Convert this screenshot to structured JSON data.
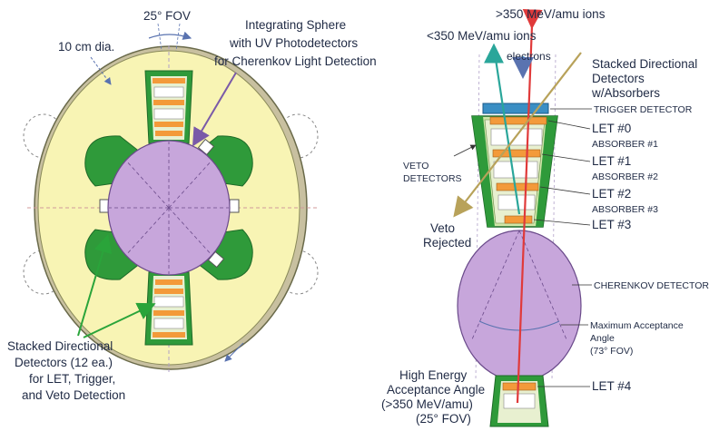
{
  "left_panel": {
    "fov_label": "25° FOV",
    "diameter_label": "10 cm dia.",
    "sphere_label": [
      "Integrating Sphere",
      "with UV Photodetectors",
      "for Cherenkov Light Detection"
    ],
    "stacked_label": [
      "Stacked Directional",
      "Detectors (12 ea.)",
      "for LET, Trigger,",
      "and Veto Detection"
    ]
  },
  "right_panel": {
    "high_ions_label": ">350 MeV/amu ions",
    "low_ions_label": "<350 MeV/amu ions",
    "electrons_label": "electrons",
    "stacked_label": [
      "Stacked Directional",
      "Detectors",
      "w/Absorbers"
    ],
    "trigger_label": "TRIGGER DETECTOR",
    "let0_label": "LET #0",
    "absorber1_label": "ABSORBER #1",
    "let1_label": "LET #1",
    "absorber2_label": "ABSORBER #2",
    "let2_label": "LET #2",
    "absorber3_label": "ABSORBER #3",
    "let3_label": "LET #3",
    "veto_detectors_label": [
      "VETO",
      "DETECTORS"
    ],
    "veto_rejected_label": [
      "Veto",
      "Rejected"
    ],
    "cherenkov_label": "CHERENKOV DETECTOR",
    "max_accept_label": [
      "Maximum Acceptance",
      "Angle",
      "(73° FOV)"
    ],
    "high_energy_label": [
      "High Energy",
      "Acceptance Angle",
      "(>350 MeV/amu)",
      "(25° FOV)"
    ],
    "let4_label": "LET #4"
  },
  "colors": {
    "yellow_fill": "#f8f4b4",
    "green_detector": "#2f9a3a",
    "light_green": "#cfe6a8",
    "purple_sphere": "#c7a6db",
    "orange_let": "#f39a3a",
    "blue_trigger": "#3a8ec4",
    "red_track": "#e03a3a",
    "teal_track": "#2aa69a",
    "olive_track": "#b8a25a",
    "arrow_purple": "#7a5aa8",
    "arrow_green": "#2aa43a"
  }
}
